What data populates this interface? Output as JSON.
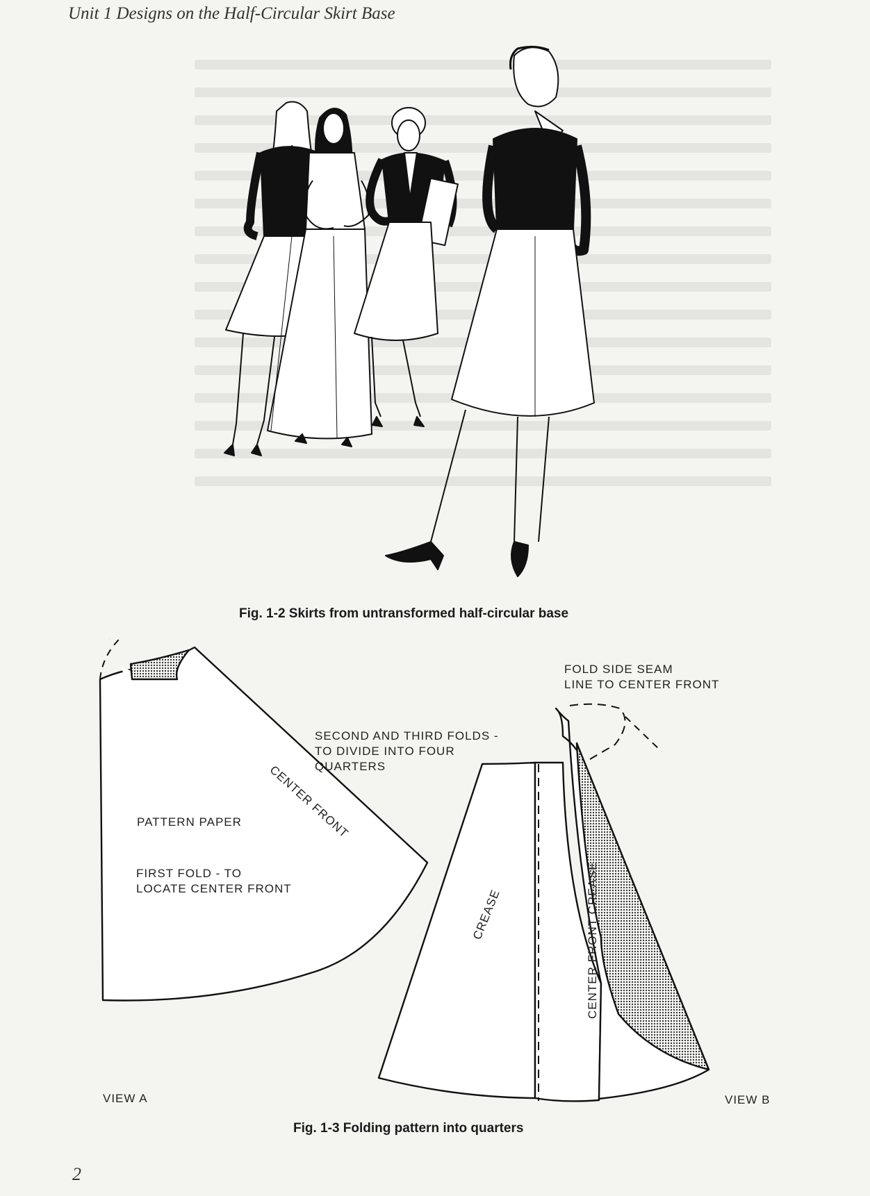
{
  "header": {
    "running_head": "Unit 1  Designs on the Half-Circular Skirt Base"
  },
  "figures": {
    "fig_1_2_caption": "Fig. 1-2  Skirts from untransformed half-circular base",
    "fig_1_3_caption": "Fig. 1-3  Folding pattern into quarters"
  },
  "view_a": {
    "pattern_paper": "PATTERN PAPER",
    "first_fold": "FIRST FOLD - TO\nLOCATE CENTER FRONT",
    "center_front": "CENTER FRONT",
    "view_label": "VIEW A"
  },
  "view_b": {
    "fold_side_seam": "FOLD SIDE SEAM\nLINE TO CENTER FRONT",
    "second_third_folds": "SECOND AND THIRD FOLDS -\nTO DIVIDE INTO FOUR\nQUARTERS",
    "crease": "CREASE",
    "center_front_crease": "CENTER FRONT CREASE",
    "view_label": "VIEW B"
  },
  "footer": {
    "page_number": "2"
  }
}
